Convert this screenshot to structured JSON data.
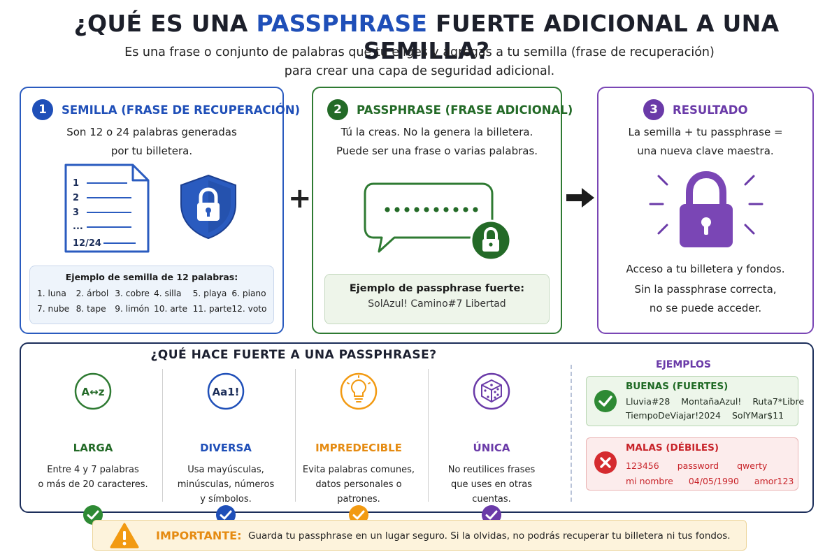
{
  "header": {
    "title_pre": "¿QUÉ ES UNA ",
    "title_highlight": "PASSPHRASE",
    "title_post": " FUERTE ADICIONAL A UNA SEMILLA?",
    "subtitle_line1": "Es una frase o conjunto de palabras que tú eliges y agregas a tu semilla (frase de recuperación)",
    "subtitle_line2": "para crear una capa de seguridad adicional."
  },
  "panel1": {
    "number": "1",
    "title": "SEMILLA (FRASE DE RECUPERACIÓN)",
    "desc_line1": "Son 12 o 24 palabras generadas",
    "desc_line2": "por tu billetera.",
    "doc_lines": [
      "1",
      "2",
      "3",
      "...",
      "12/24"
    ],
    "example_title": "Ejemplo de semilla de 12 palabras:",
    "words": [
      "1. luna",
      "2. árbol",
      "3. cobre",
      "4. silla",
      "5. playa",
      "6. piano",
      "7. nube",
      "8. tape",
      "9. limón",
      "10. arte",
      "11. parte",
      "12. voto"
    ],
    "color": "#1f4fb8"
  },
  "panel2": {
    "number": "2",
    "title": "PASSPHRASE (FRASE ADICIONAL)",
    "desc_line1": "Tú la creas. No la genera la billetera.",
    "desc_line2": "Puede ser una frase o varias palabras.",
    "example_title": "Ejemplo de passphrase fuerte:",
    "example_value": "SolAzul! Camino#7 Libertad",
    "color": "#236a27"
  },
  "panel3": {
    "number": "3",
    "title": "RESULTADO",
    "desc_line1": "La semilla + tu passphrase =",
    "desc_line2": "una nueva clave maestra.",
    "footer_line1": "Acceso a tu billetera y fondos.",
    "footer_line2": "Sin la passphrase correcta,",
    "footer_line3": "no se puede acceder.",
    "color": "#6a3aa8"
  },
  "operators": {
    "plus": "+"
  },
  "strength": {
    "title": "¿QUÉ HACE FUERTE A UNA PASSPHRASE?",
    "items": [
      {
        "icon_text": "A↔z",
        "title": "LARGA",
        "line1": "Entre 4 y 7 palabras",
        "line2": "o más de 20 caracteres.",
        "line3": "",
        "color": "#2e7a32"
      },
      {
        "icon_text": "Aa1!",
        "title": "DIVERSA",
        "line1": "Usa mayúsculas,",
        "line2": "minúsculas, números",
        "line3": "y símbolos.",
        "color": "#1f4fb8"
      },
      {
        "icon_text": "",
        "title": "IMPREDECIBLE",
        "line1": "Evita palabras comunes,",
        "line2": "datos personales o",
        "line3": "patrones.",
        "color": "#f29a12"
      },
      {
        "icon_text": "",
        "title": "ÚNICA",
        "line1": "No reutilices frases",
        "line2": "que uses en otras",
        "line3": "cuentas.",
        "color": "#6a3aa8"
      }
    ]
  },
  "examples": {
    "title": "EJEMPLOS",
    "good_title": "BUENAS (FUERTES)",
    "good_row1": [
      "Lluvia#28",
      "MontañaAzul!",
      "Ruta7*Libre"
    ],
    "good_row2": [
      "TiempoDeViajar!2024",
      "SolYMar$11"
    ],
    "bad_title": "MALAS (DÉBILES)",
    "bad_row1": [
      "123456",
      "password",
      "qwerty"
    ],
    "bad_row2": [
      "mi nombre",
      "04/05/1990",
      "amor123"
    ]
  },
  "important": {
    "label": "IMPORTANTE:",
    "text": "Guarda tu passphrase en un lugar seguro. Si la olvidas, no podrás recuperar tu billetera ni tus fondos."
  },
  "icons": {
    "document": "document-icon",
    "shield": "shield-lock-icon",
    "chat": "chat-bubble-icon",
    "lock": "padlock-icon",
    "arrow": "arrow-right-icon",
    "bulb": "lightbulb-icon",
    "dice": "dice-icon",
    "check": "check-icon",
    "cross": "x-icon",
    "warning": "warning-icon"
  }
}
